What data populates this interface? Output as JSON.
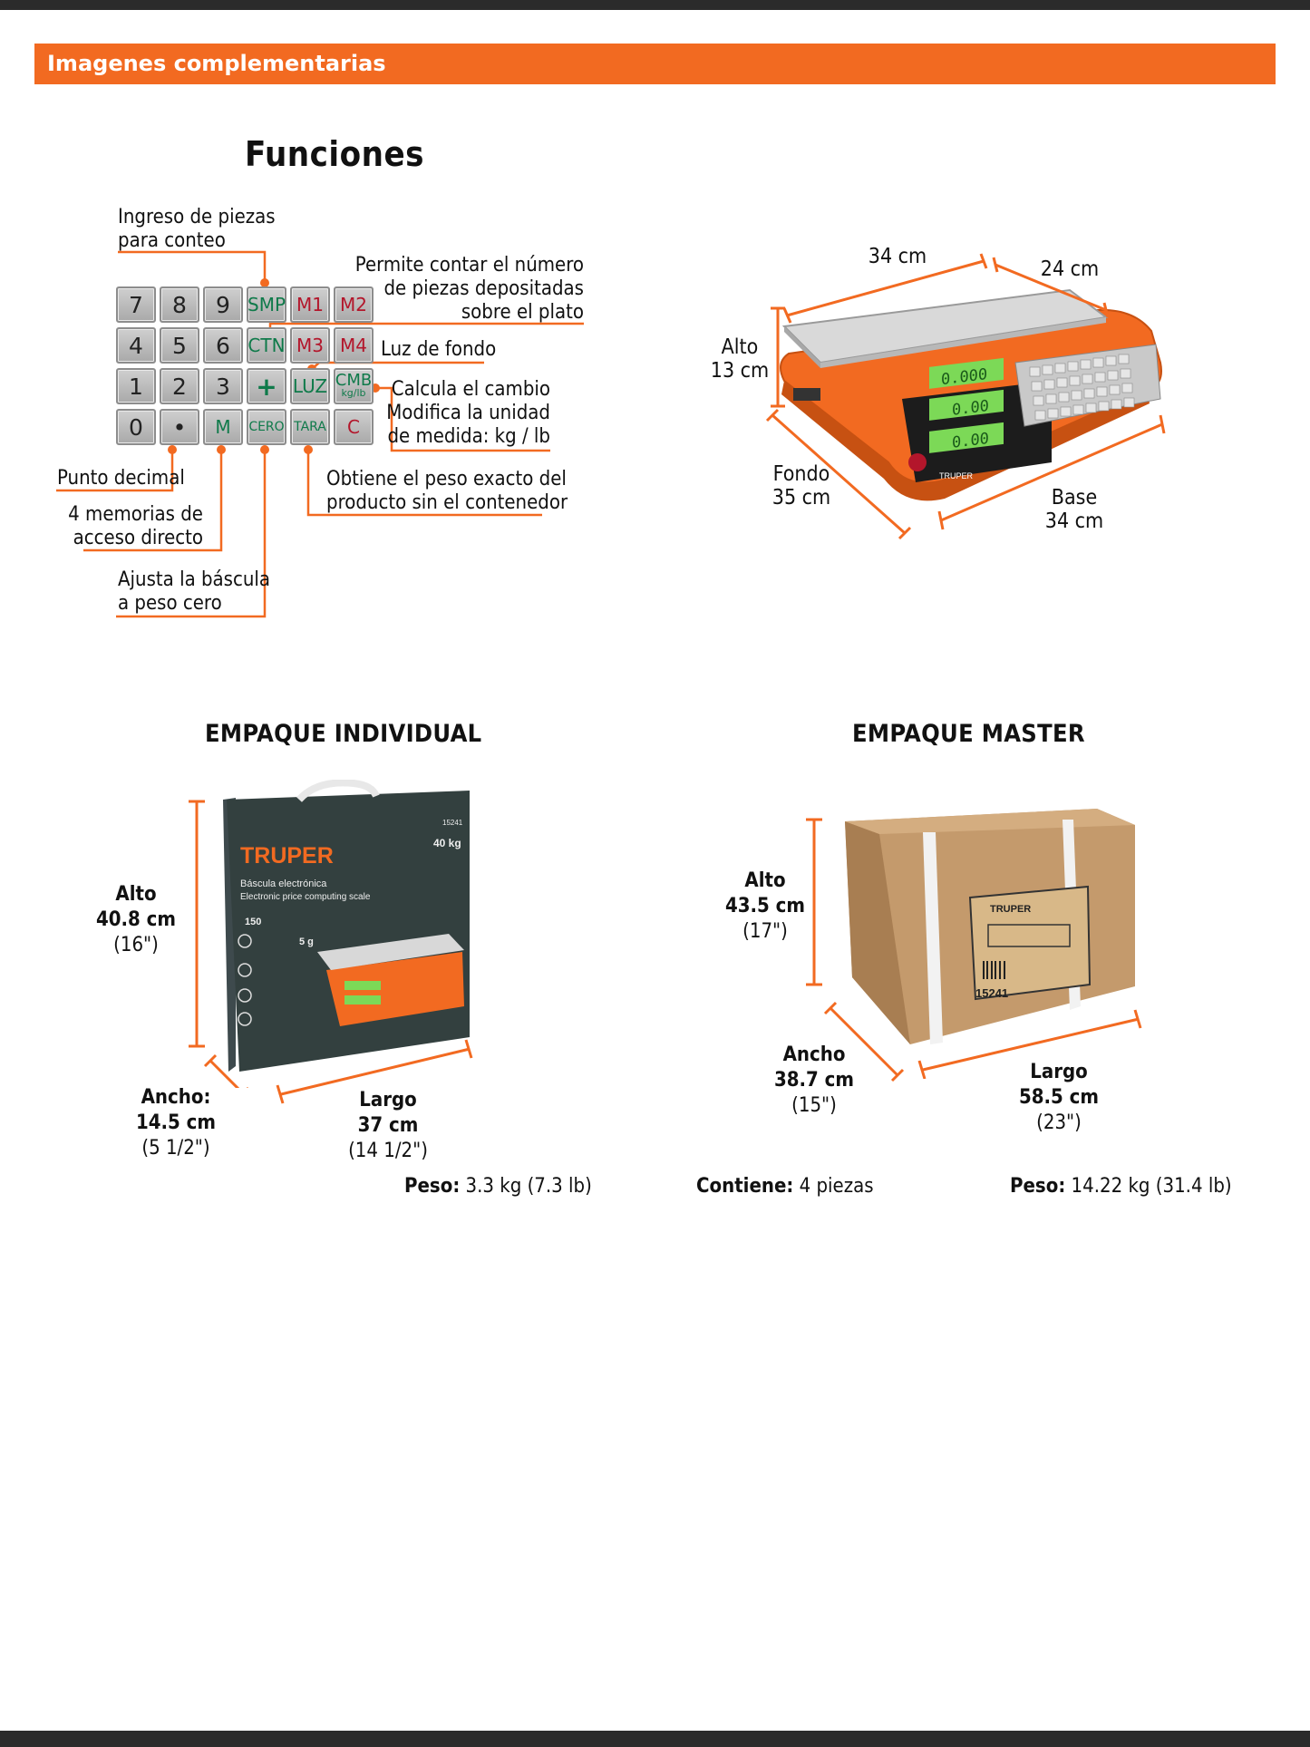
{
  "banner": {
    "title": "Imagenes complementarias"
  },
  "funciones": {
    "title": "Funciones",
    "callouts": {
      "ingreso": [
        "Ingreso de piezas",
        "para conteo"
      ],
      "permite": [
        "Permite contar el número",
        "de piezas depositadas",
        "sobre el plato"
      ],
      "luz": "Luz de fondo",
      "calcula": [
        "Calcula el cambio",
        "Modifica la unidad",
        "de medida: kg / lb"
      ],
      "punto": "Punto decimal",
      "memorias": [
        "4 memorias de",
        "acceso directo"
      ],
      "obtiene": [
        "Obtiene el peso exacto del",
        "producto sin el contenedor"
      ],
      "ajusta": [
        "Ajusta la báscula",
        "a peso cero"
      ]
    },
    "keypad": {
      "row1": [
        "7",
        "8",
        "9",
        "SMP",
        "M1",
        "M2"
      ],
      "row2": [
        "4",
        "5",
        "6",
        "CTN",
        "M3",
        "M4"
      ],
      "row3": [
        "1",
        "2",
        "3",
        "+",
        "LUZ",
        "CMB"
      ],
      "row3_sub": "kg/lb",
      "row4": [
        "0",
        "•",
        "M",
        "CERO",
        "TARA",
        "C"
      ]
    }
  },
  "scale_dims": {
    "top_width": "34 cm",
    "top_depth": "24 cm",
    "alto": [
      "Alto",
      "13 cm"
    ],
    "fondo": [
      "Fondo",
      "35 cm"
    ],
    "base": [
      "Base",
      "34 cm"
    ]
  },
  "scale_display": {
    "values": [
      "0.000",
      "0.00",
      "0.00"
    ],
    "brand": "TRUPER"
  },
  "individual": {
    "title": "EMPAQUE INDIVIDUAL",
    "alto": [
      "Alto",
      "40.8 cm",
      "(16\")"
    ],
    "ancho": [
      "Ancho:",
      "14.5 cm",
      "(5 1/2\")"
    ],
    "largo": [
      "Largo",
      "37 cm",
      "(14 1/2\")"
    ],
    "peso_label": "Peso:",
    "peso_value": " 3.3 kg (7.3 lb)",
    "box": {
      "brand": "TRUPER",
      "model": "15241",
      "capacity": "40 kg",
      "name_es": "Báscula electrónica",
      "name_en": "Electronic price computing scale",
      "feature_count": "150",
      "precision": "5 g"
    }
  },
  "master": {
    "title": "EMPAQUE MASTER",
    "alto": [
      "Alto",
      "43.5 cm",
      "(17\")"
    ],
    "ancho": [
      "Ancho",
      "38.7 cm",
      "(15\")"
    ],
    "largo": [
      "Largo",
      "58.5 cm",
      "(23\")"
    ],
    "contiene_label": "Contiene:",
    "contiene_value": " 4 piezas",
    "peso_label": "Peso:",
    "peso_value": " 14.22 kg (31.4 lb)",
    "box": {
      "brand": "TRUPER",
      "model": "15241"
    }
  },
  "colors": {
    "accent": "#f26a21",
    "dark": "#2b2b2b",
    "key_green": "#0f7a4a",
    "key_red": "#b3162b",
    "cardboard": "#c49a6c"
  }
}
